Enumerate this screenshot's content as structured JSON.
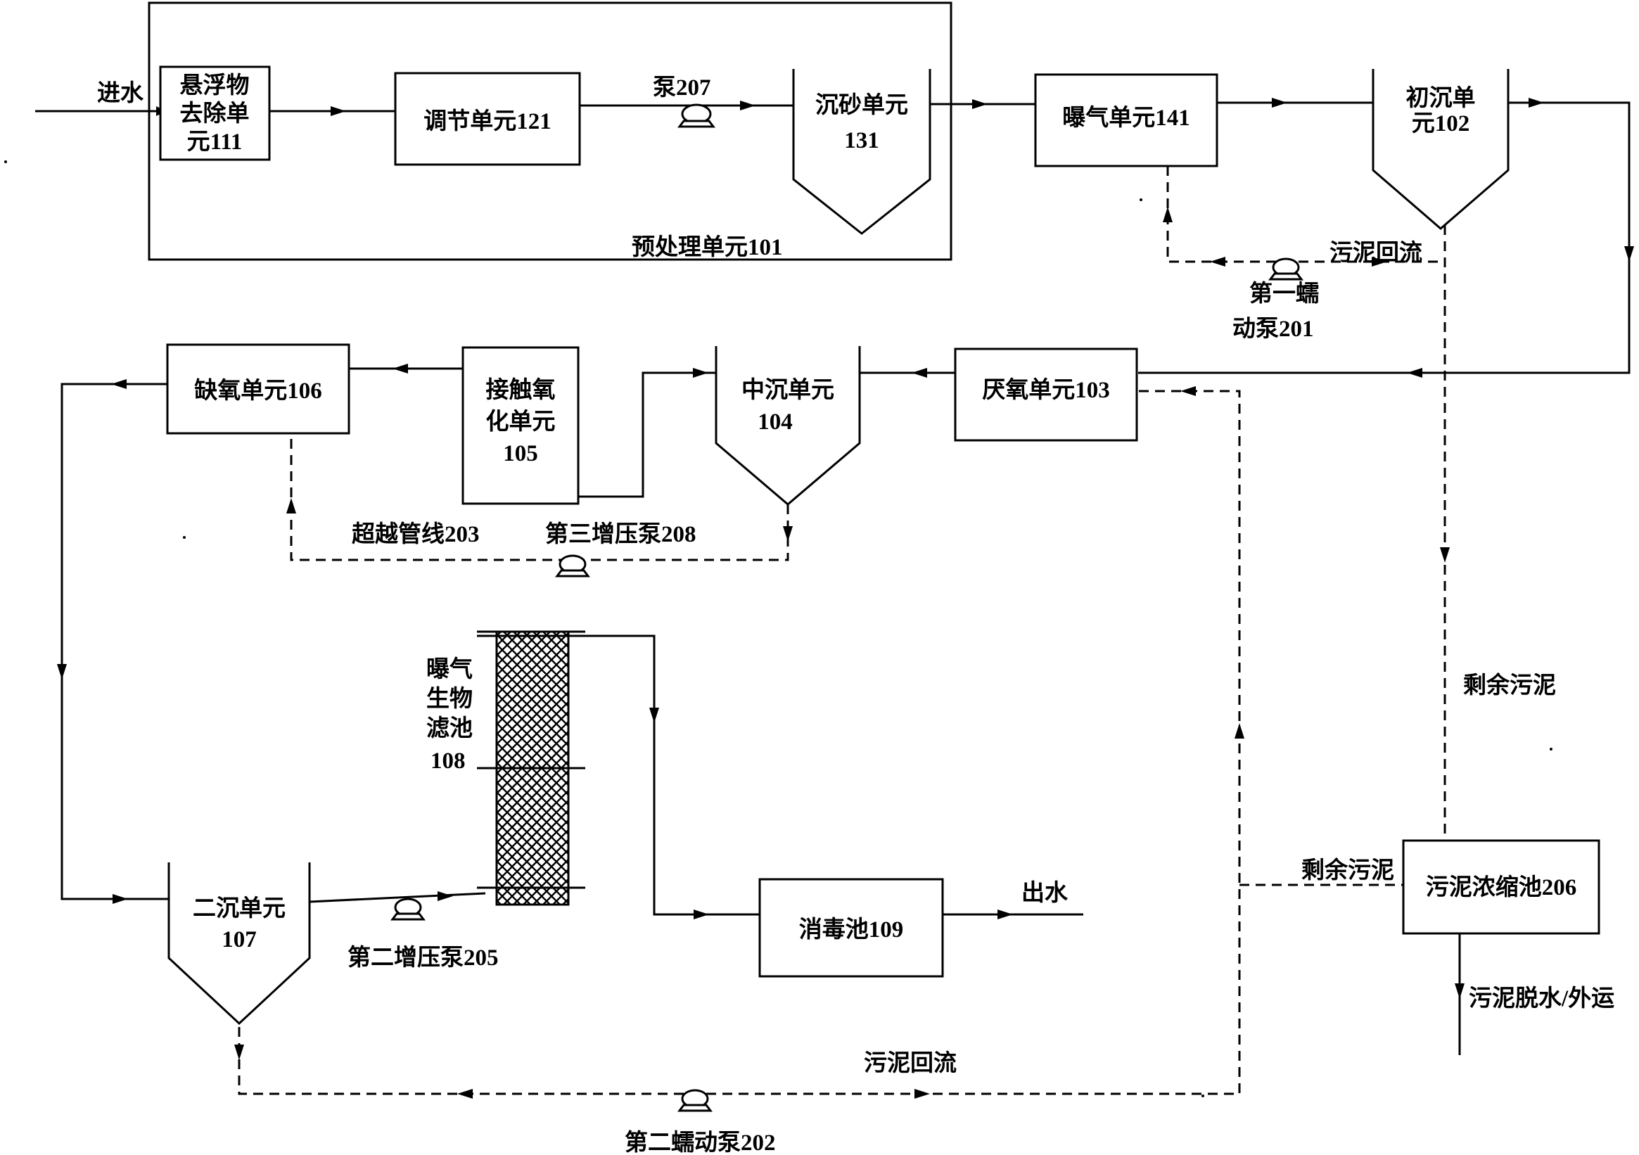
{
  "labels": {
    "inlet": "进水",
    "suspended_l1": "悬浮物",
    "suspended_l2": "去除单",
    "suspended_l3": "元111",
    "regulating": "调节单元121",
    "pump207": "泵207",
    "grit_l1": "沉砂单元",
    "grit_l2": "131",
    "aeration": "曝气单元141",
    "primary_l1": "初沉单",
    "primary_l2": "元102",
    "pretreatment": "预处理单元101",
    "sludge_return_top": "污泥回流",
    "pump201_l1": "第一蠕",
    "pump201_l2": "动泵201",
    "anoxic": "缺氧单元106",
    "contact_l1": "接触氧",
    "contact_l2": "化单元",
    "contact_l3": "105",
    "midsettle_l1": "中沉单元",
    "midsettle_l2": "104",
    "anaerobic": "厌氧单元103",
    "bypass": "超越管线203",
    "pump208": "第三增压泵208",
    "baf_l1": "曝气",
    "baf_l2": "生物",
    "baf_l3": "滤池",
    "baf_l4": "108",
    "excess_sludge_right": "剩余污泥",
    "secondary_l1": "二沉单元",
    "secondary_l2": "107",
    "pump205": "第二增压泵205",
    "disinfection": "消毒池109",
    "outlet": "出水",
    "excess_sludge_mid": "剩余污泥",
    "thickener": "污泥浓缩池206",
    "dewatering": "污泥脱水/外运",
    "sludge_return_bottom": "污泥回流",
    "pump202": "第二蠕动泵202"
  }
}
